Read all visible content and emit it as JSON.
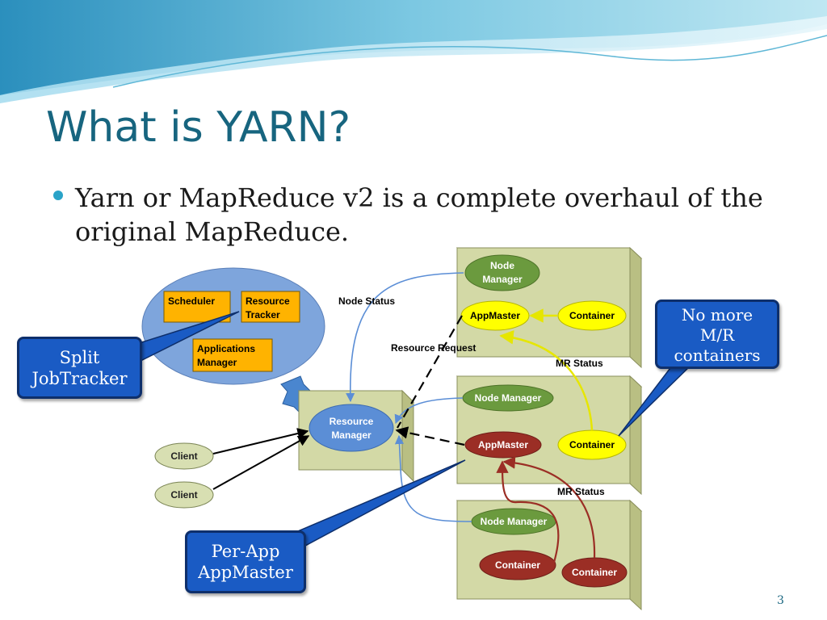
{
  "slide": {
    "title": "What is YARN?",
    "bullet": "Yarn or MapReduce v2 is a complete overhaul of the original MapReduce.",
    "page_number": "3"
  },
  "diagram": {
    "resource_manager_group": {
      "scheduler": "Scheduler",
      "resource_tracker": [
        "Resource",
        "Tracker"
      ],
      "applications_manager": [
        "Applications",
        "Manager"
      ]
    },
    "resource_manager": [
      "Resource",
      "Manager"
    ],
    "clients": [
      "Client",
      "Client"
    ],
    "node_top": {
      "node_manager": [
        "Node",
        "Manager"
      ],
      "app_master": "AppMaster",
      "container": "Container"
    },
    "node_middle": {
      "node_manager": "Node Manager",
      "app_master": "AppMaster",
      "container": "Container"
    },
    "node_bottom": {
      "node_manager": "Node Manager",
      "containers": [
        "Container",
        "Container"
      ]
    },
    "labels": {
      "node_status": "Node Status",
      "resource_request": "Resource Request",
      "mr_status_1": "MR Status",
      "mr_status_2": "MR Status"
    }
  },
  "callouts": {
    "split_jobtracker": [
      "Split",
      "JobTracker"
    ],
    "no_more_mr": [
      "No more",
      "M/R",
      "containers"
    ],
    "per_app_appmaster": [
      "Per-App",
      "AppMaster"
    ]
  },
  "colors": {
    "title": "#17657f",
    "callout_fill": "#1a5bc4",
    "node_box": "#d3d9a6",
    "node_manager_green": "#6b9a3e",
    "yellow": "#ffff00",
    "dark_red": "#9b2e25",
    "rm_blue": "#7ea5dc",
    "orange": "#ffb300"
  }
}
